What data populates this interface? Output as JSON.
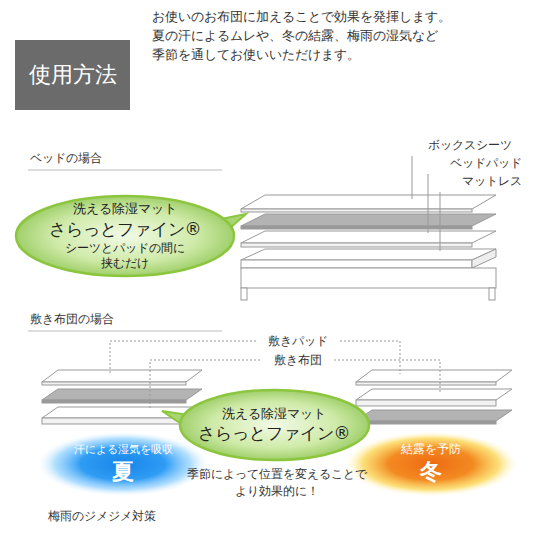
{
  "diagram": {
    "nodes": [
      {
        "text": [
          "使用方法"
        ]
      },
      {
        "text": [
          "洗える除湿マット",
          "さらっとファイン®",
          "シーツとパッドの間に 挟むだけ"
        ]
      },
      {
        "text": [
          "洗える除湿マット",
          "さらっとファイン®"
        ]
      },
      {
        "text": [
          "汗による湿気を吸収",
          "夏"
        ]
      },
      {
        "text": [
          "結露を予防",
          "冬"
        ]
      }
    ],
    "labels": [
      "お使いのお布団に加えることで効果を発揮します。 夏の汗によるムレや、冬の結露、梅雨の湿気など 季節を通してお使いいただけます。",
      "ベッドの場合",
      "ボックスシーツ",
      "ベッドパッド",
      "マットレス",
      "敷き布団の場合",
      "敷きパッド",
      "敷き布団",
      "季節によって位置を変えることで より効果的に！",
      "梅雨のジメジメ対策"
    ]
  }
}
